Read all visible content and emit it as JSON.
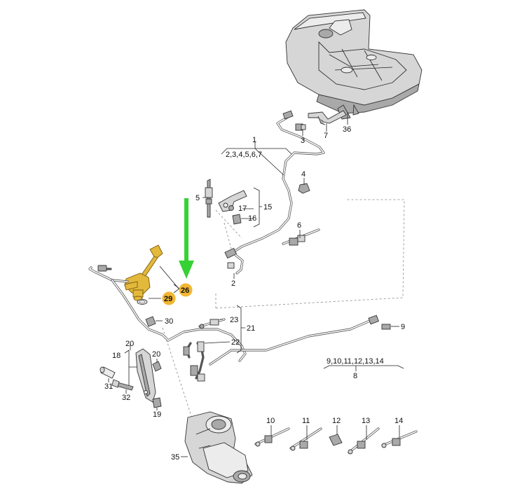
{
  "callouts": {
    "c1": "1",
    "c1_group": "2,3,4,5,6,7",
    "c2": "2",
    "c3": "3",
    "c4": "4",
    "c5": "5",
    "c6": "6",
    "c7": "7",
    "c8": "8",
    "c8_group": "9,10,11,12,13,14",
    "c9": "9",
    "c10": "10",
    "c11": "11",
    "c12": "12",
    "c13": "13",
    "c14": "14",
    "c15": "15",
    "c16": "16",
    "c17": "17",
    "c18": "18",
    "c19": "19",
    "c20a": "20",
    "c20b": "20",
    "c21": "21",
    "c22": "22",
    "c23": "23",
    "c26": "26",
    "c29": "29",
    "c30": "30",
    "c31": "31",
    "c32": "32",
    "c35": "35",
    "c36": "36"
  },
  "colors": {
    "highlight_badge": "#f2b632",
    "highlight_part": "#e3b93c",
    "arrow": "#35d135",
    "line": "#222222"
  },
  "highlighted_parts": [
    "26",
    "29"
  ]
}
